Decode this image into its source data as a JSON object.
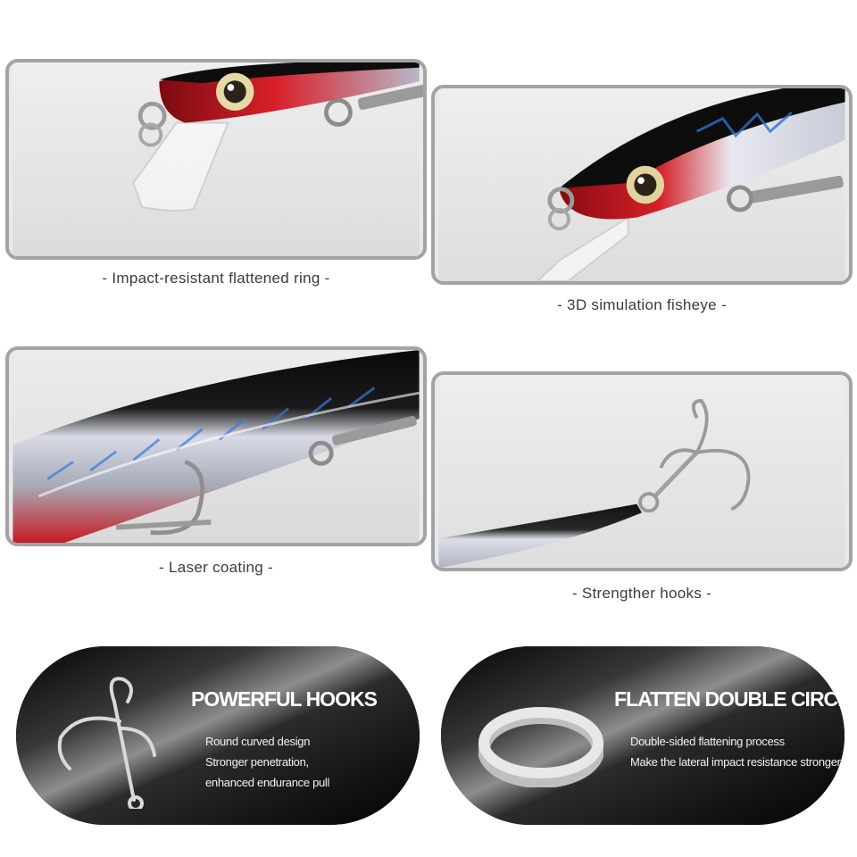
{
  "features": [
    {
      "caption": "- Impact-resistant flattened ring -"
    },
    {
      "caption": "- 3D simulation fisheye -"
    },
    {
      "caption": "- Laser coating -"
    },
    {
      "caption": "- Strengther hooks -"
    }
  ],
  "banners": [
    {
      "title": "POWERFUL HOOKS",
      "lines": [
        "Round curved design",
        "Stronger penetration,",
        "enhanced endurance pull"
      ],
      "icon": "treble-hook-icon"
    },
    {
      "title": "FLATTEN DOUBLE CIRCLE",
      "lines": [
        "Double-sided flattening process",
        "Make the lateral impact resistance stronger"
      ],
      "icon": "split-ring-icon"
    }
  ],
  "colors": {
    "frame_border": "#a3a3a3",
    "lure_red": "#c8141e",
    "lure_black": "#111111",
    "banner_dark": "#111111"
  }
}
